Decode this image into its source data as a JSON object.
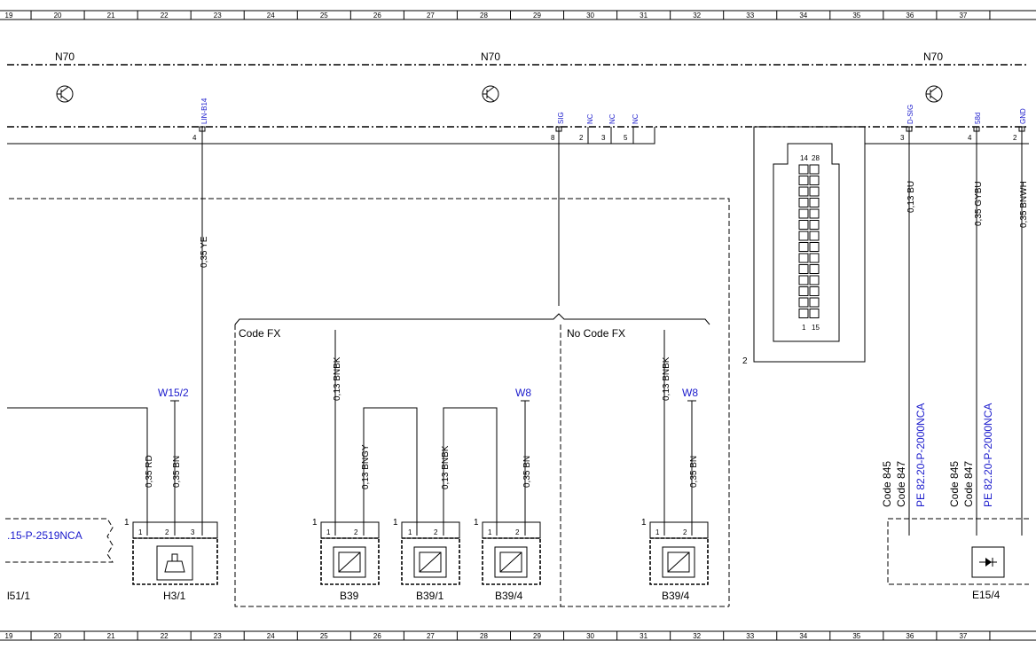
{
  "grid_columns": [
    "19",
    "20",
    "21",
    "22",
    "23",
    "24",
    "25",
    "26",
    "27",
    "28",
    "29",
    "30",
    "31",
    "32",
    "33",
    "34",
    "35",
    "36",
    "37"
  ],
  "modules": {
    "left": "N70",
    "center": "N70",
    "right": "N70"
  },
  "pins_top": {
    "lin_b14": {
      "signal": "LIN-B14",
      "num": "4"
    },
    "sig": {
      "signal": "SIG",
      "num": "8"
    },
    "nc1": {
      "signal": "NC",
      "num": "2"
    },
    "nc2": {
      "signal": "NC",
      "num": "3"
    },
    "nc3": {
      "signal": "NC",
      "num": "5"
    },
    "d_sig": {
      "signal": "D-SIG",
      "num": "3"
    },
    "s58d": {
      "signal": "58d",
      "num": "4"
    },
    "gnd": {
      "signal": "GND",
      "num": "2"
    }
  },
  "wires": {
    "ye": "0,35 YE",
    "bu": "0,13 BU",
    "gybu": "0,35 GYBU",
    "bnwh": "0,35 BNWH",
    "rd": "0,35 RD",
    "bn_h3": "0,35 BN",
    "bnbk_a": "0,13 BNBK",
    "bngy": "0,13 BNGY",
    "bnbk_b": "0,13 BNBK",
    "bn_b394": "0,35 BN",
    "bnbk_c": "0,13 BNBK",
    "bn_b394b": "0,35 BN"
  },
  "codes": {
    "fx": "Code FX",
    "no_fx": "No Code FX",
    "c845_1": "Code 845",
    "c847_1": "Code 847",
    "pe_1": "PE 82.20-P-2000NCA",
    "c845_2": "Code 845",
    "c847_2": "Code 847",
    "pe_2": "PE 82.20-P-2000NCA",
    "ref_left": ".15-P-2519NCA"
  },
  "grounds": {
    "w15_2": "W15/2",
    "w8_a": "W8",
    "w8_b": "W8"
  },
  "components": {
    "h3_1": "H3/1",
    "b39": "B39",
    "b39_1": "B39/1",
    "b39_4a": "B39/4",
    "b39_4b": "B39/4",
    "e15_4": "E15/4",
    "l51_1": "l51/1"
  },
  "connector": {
    "top_left": "14",
    "top_right": "28",
    "bottom_left": "1",
    "bottom_right": "15"
  },
  "pin_labels": {
    "h3_p1": "1",
    "h3_p2": "2",
    "h3_p3": "3",
    "h3_side": "1",
    "b39_p1": "1",
    "b39_p2": "2",
    "b39_side": "1",
    "b391_p1": "1",
    "b391_p2": "2",
    "b391_side": "1",
    "b394_p1": "1",
    "b394_p2": "2",
    "b394_side": "1",
    "b394b_p1": "1",
    "b394b_p2": "2",
    "b394b_side": "1",
    "conn_side": "2"
  }
}
